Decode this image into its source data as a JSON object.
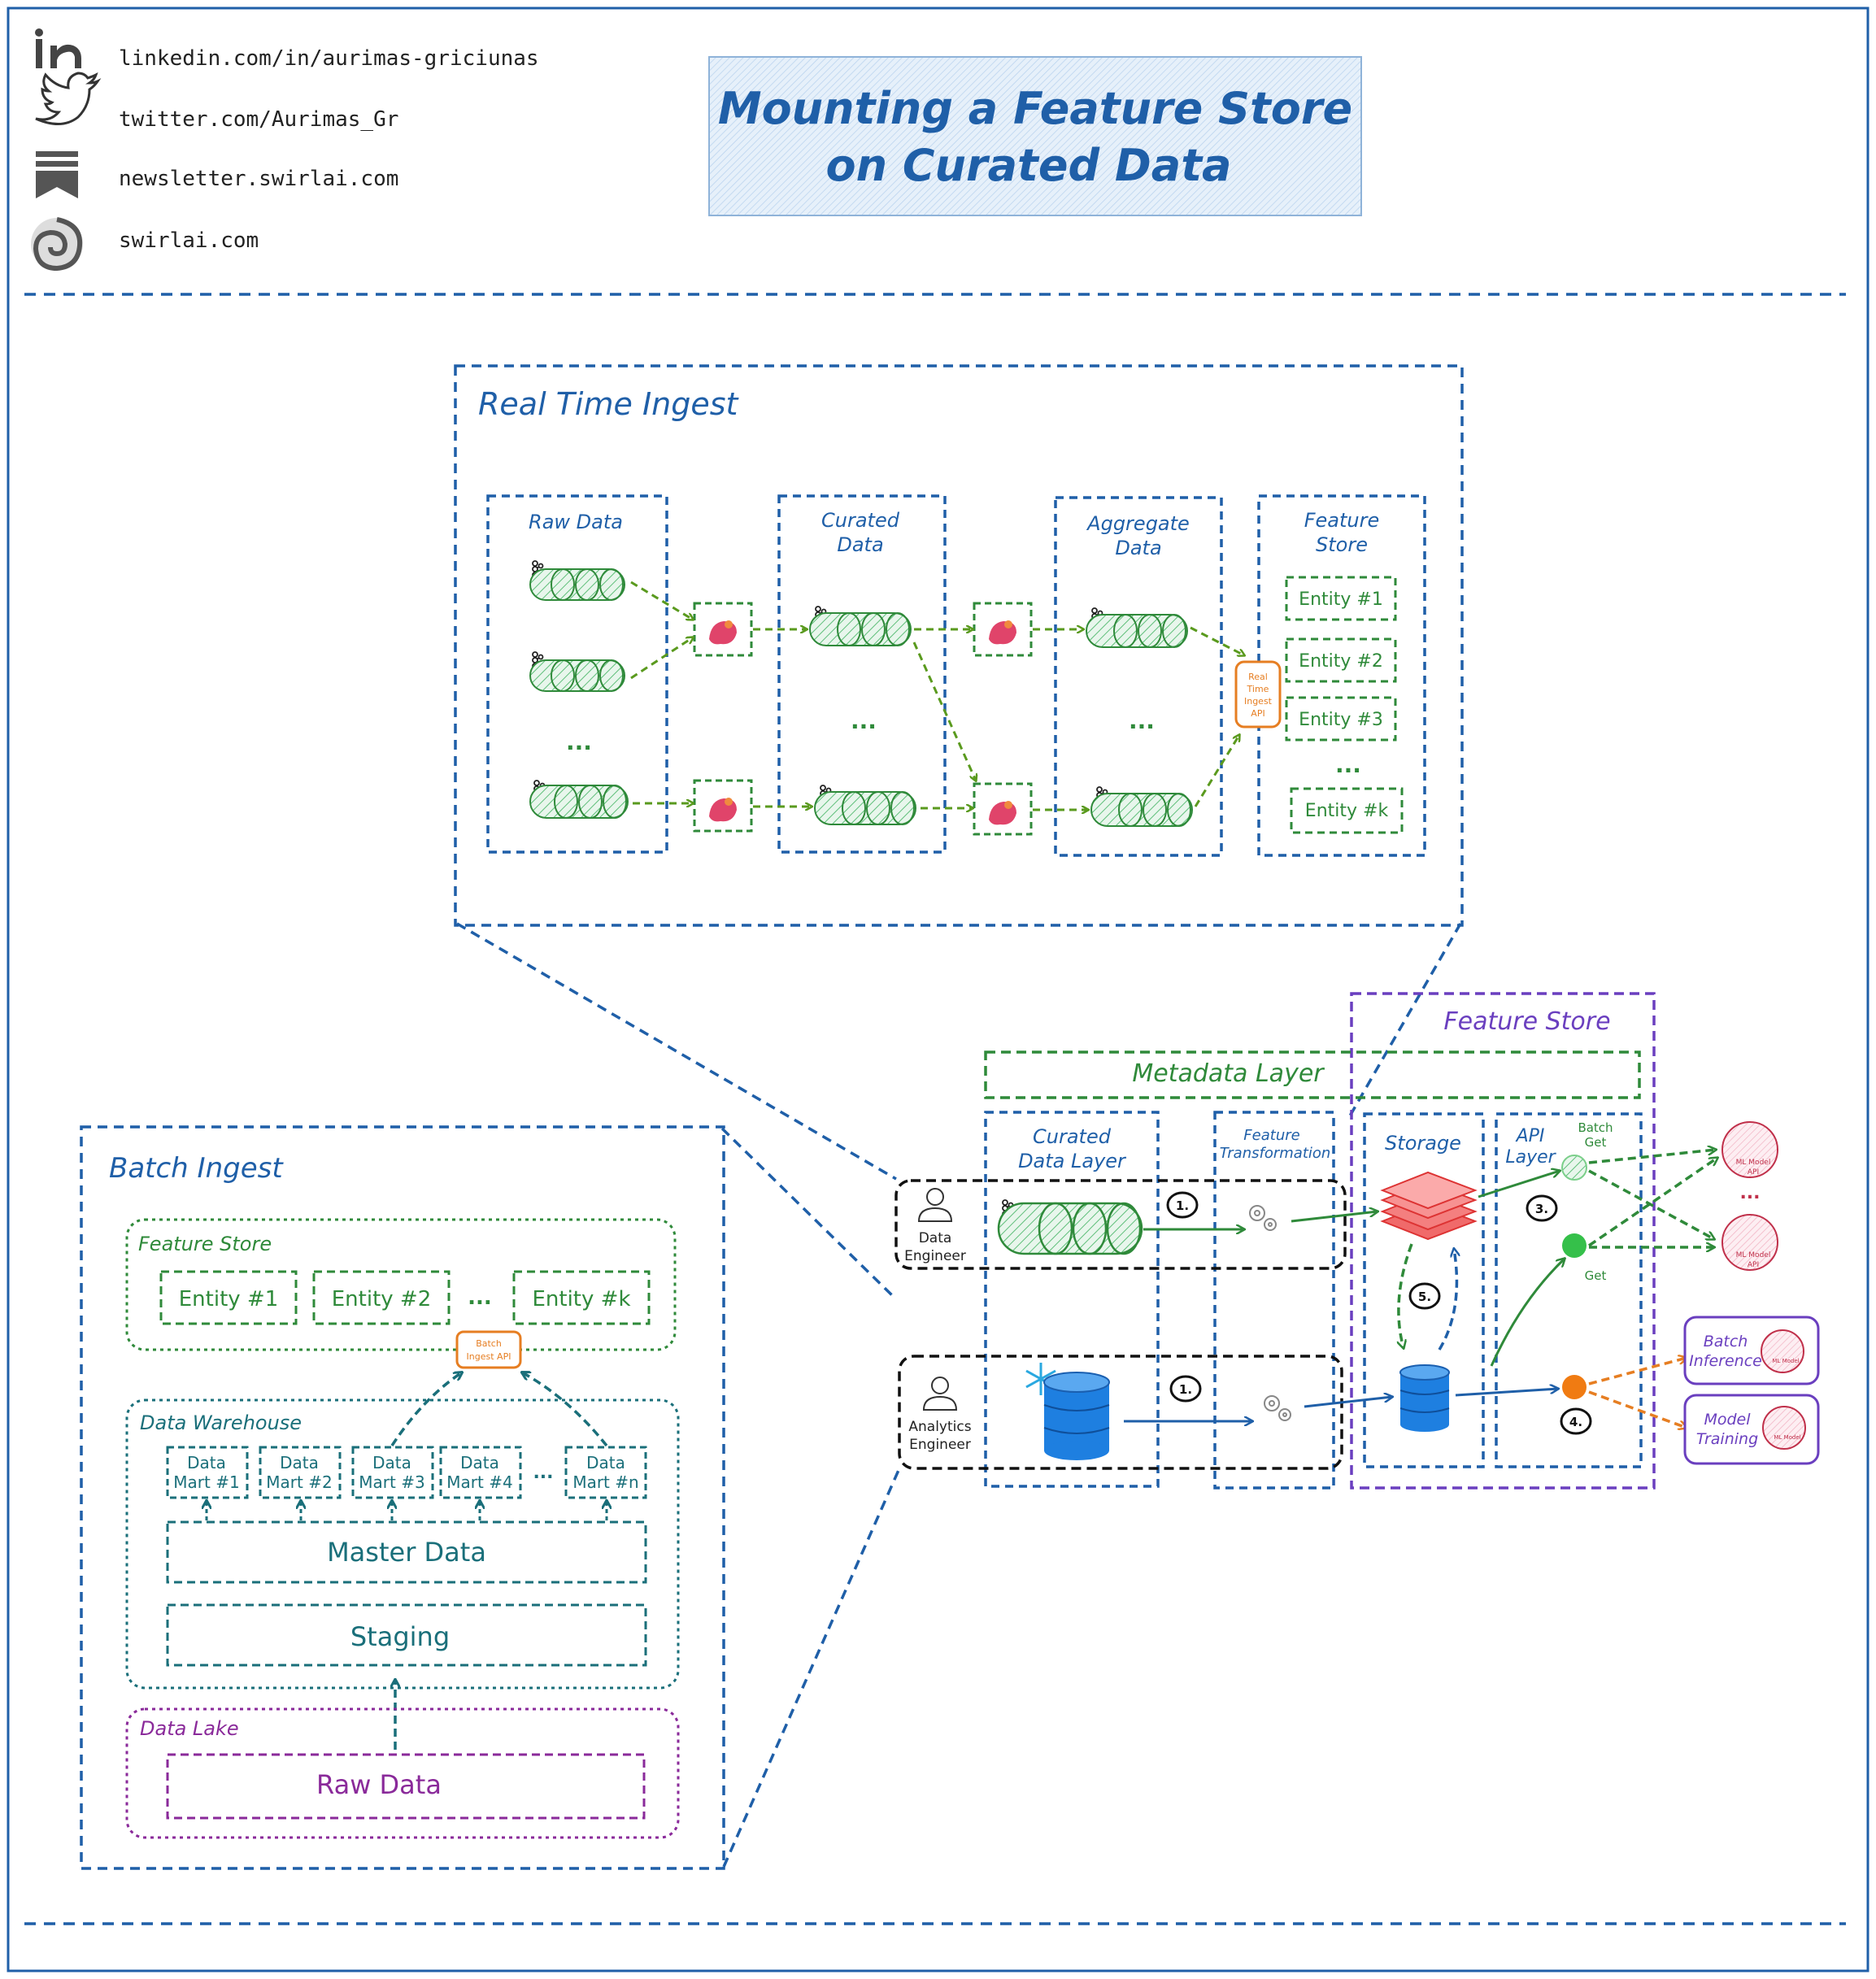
{
  "header": {
    "links": [
      {
        "icon": "linkedin-icon",
        "text": "linkedin.com/in/aurimas-griciunas"
      },
      {
        "icon": "twitter-icon",
        "text": "twitter.com/Aurimas_Gr"
      },
      {
        "icon": "newsletter-icon",
        "text": "newsletter.swirlai.com"
      },
      {
        "icon": "swirlai-logo-icon",
        "text": "swirlai.com"
      }
    ],
    "title_line1": "Mounting a Feature Store",
    "title_line2": "on Curated Data"
  },
  "realtime": {
    "title": "Real Time Ingest",
    "raw_data": "Raw Data",
    "curated_line1": "Curated",
    "curated_line2": "Data",
    "aggregate_line1": "Aggregate",
    "aggregate_line2": "Data",
    "fs_line1": "Feature",
    "fs_line2": "Store",
    "ellipsis": "...",
    "api_line1": "Real",
    "api_line2": "Time",
    "api_line3": "Ingest",
    "api_line4": "API",
    "entities": [
      "Entity #1",
      "Entity #2",
      "Entity #3",
      "Entity #k"
    ]
  },
  "batch": {
    "title": "Batch Ingest",
    "feature_store_label": "Feature Store",
    "entities": [
      "Entity #1",
      "Entity #2",
      "Entity #k"
    ],
    "ellipsis": "...",
    "api_line1": "Batch",
    "api_line2": "Ingest API",
    "dw_label": "Data Warehouse",
    "marts": [
      {
        "l1": "Data",
        "l2": "Mart #1"
      },
      {
        "l1": "Data",
        "l2": "Mart #2"
      },
      {
        "l1": "Data",
        "l2": "Mart #3"
      },
      {
        "l1": "Data",
        "l2": "Mart #4"
      },
      {
        "l1": "Data",
        "l2": "Mart #n"
      }
    ],
    "master": "Master Data",
    "staging": "Staging",
    "lake_label": "Data Lake",
    "raw": "Raw Data"
  },
  "main": {
    "metadata_layer": "Metadata Layer",
    "feature_store": "Feature Store",
    "curated_line1": "Curated",
    "curated_line2": "Data Layer",
    "ft_line1": "Feature",
    "ft_line2": "Transformation",
    "storage": "Storage",
    "api_line1": "API",
    "api_line2": "Layer",
    "batch_get_line1": "Batch",
    "batch_get_line2": "Get",
    "get": "Get",
    "data_engineer_line1": "Data",
    "data_engineer_line2": "Engineer",
    "analytics_engineer_line1": "Analytics",
    "analytics_engineer_line2": "Engineer",
    "step1": "1.",
    "step1b": "1.",
    "step3": "3.",
    "step4": "4.",
    "step5": "5.",
    "ml_api_1_l1": "ML Model",
    "ml_api_1_l2": "API",
    "ml_api_2_l1": "ML Model",
    "ml_api_2_l2": "API",
    "ml_ellipsis": "...",
    "batch_inference_line1": "Batch",
    "batch_inference_line2": "Inference",
    "model_training_line1": "Model",
    "model_training_line2": "Training",
    "ml_model_small_1": "ML Model",
    "ml_model_small_2": "ML Model"
  },
  "colors": {
    "blue": "#1f5fa8",
    "green": "#2f8a3a",
    "lime": "#5a9a1e",
    "purple": "#6a3fbf",
    "teal": "#1a6f7a",
    "magenta": "#8a2a9a",
    "orange": "#e67e22",
    "red": "#e84a4a",
    "pink": "#c0304a"
  }
}
